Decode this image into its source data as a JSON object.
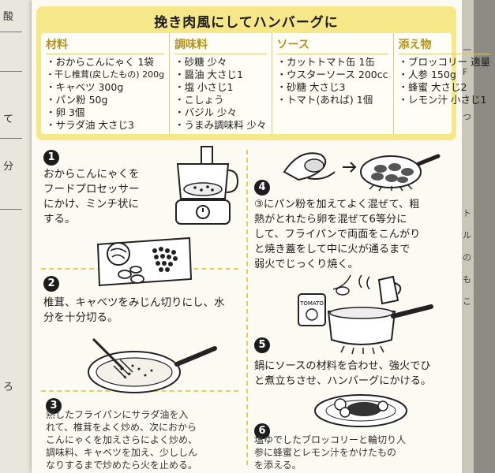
{
  "banner": {
    "title": "挽き肉風にしてハンバーグに"
  },
  "columns": [
    {
      "heading": "材料",
      "items": [
        "・おからこんにゃく 1袋",
        "・干し椎茸(戻したもの) 200g",
        "・キャベツ 300g",
        "・パン粉 50g",
        "・卵 3個",
        "・サラダ油 大さじ3"
      ]
    },
    {
      "heading": "調味料",
      "items": [
        "・砂糖 少々",
        "・醤油 大さじ1",
        "・塩 小さじ1",
        "・こしょう",
        "・バジル 少々",
        "・うまみ調味料 少々"
      ]
    },
    {
      "heading": "ソース",
      "items": [
        "・カットトマト缶 1缶",
        "・ウスターソース 200cc",
        "・砂糖 大さじ3",
        "・トマト(あれば) 1個"
      ]
    },
    {
      "heading": "添え物",
      "items": [
        "・ブロッコリー 適量",
        "・人参 150g",
        "・蜂蜜 大さじ2",
        "・レモン汁 小さじ1"
      ]
    }
  ],
  "steps": [
    {
      "num": "1",
      "lines": [
        "おからこんにゃくを",
        "フードプロセッサー",
        "にかけ、ミンチ状に",
        "する。"
      ]
    },
    {
      "num": "2",
      "lines": [
        "椎茸、キャベツをみじん切りにし、水",
        "分を十分切る。"
      ]
    },
    {
      "num": "3",
      "lines": [
        "熱したフライパンにサラダ油を入",
        "れて、椎茸をよく炒め、次におから",
        "こんにゃくを加えさらによく炒め、",
        "調味料、キャベツを加え、少ししん",
        "なりするまで炒めたら火を止める。"
      ]
    },
    {
      "num": "4",
      "lines": [
        "③にパン粉を加えてよく混ぜて、粗",
        "熱がとれたら卵を混ぜて6等分に",
        "して、フライパンで両面をこんがり",
        "と焼き蓋をして中に火が通るまで",
        "弱火でじっくり焼く。"
      ]
    },
    {
      "num": "5",
      "lines": [
        "鍋にソースの材料を合わせ、強火でひ",
        "と煮立ちさせ、ハンバーグにかける。"
      ]
    },
    {
      "num": "6",
      "lines": [
        "塩ゆでしたブロッコリーと輪切り人",
        "参に蜂蜜とレモン汁をかけたもの",
        "を添える。"
      ]
    }
  ],
  "illustrations": {
    "can_label": "TOMATO"
  },
  "edge_text": {
    "left": [
      "酸",
      "て",
      "分",
      "ろ"
    ],
    "right": [
      "一",
      "F",
      "つ",
      "ト",
      "ル",
      "の",
      "も",
      "こ"
    ]
  }
}
